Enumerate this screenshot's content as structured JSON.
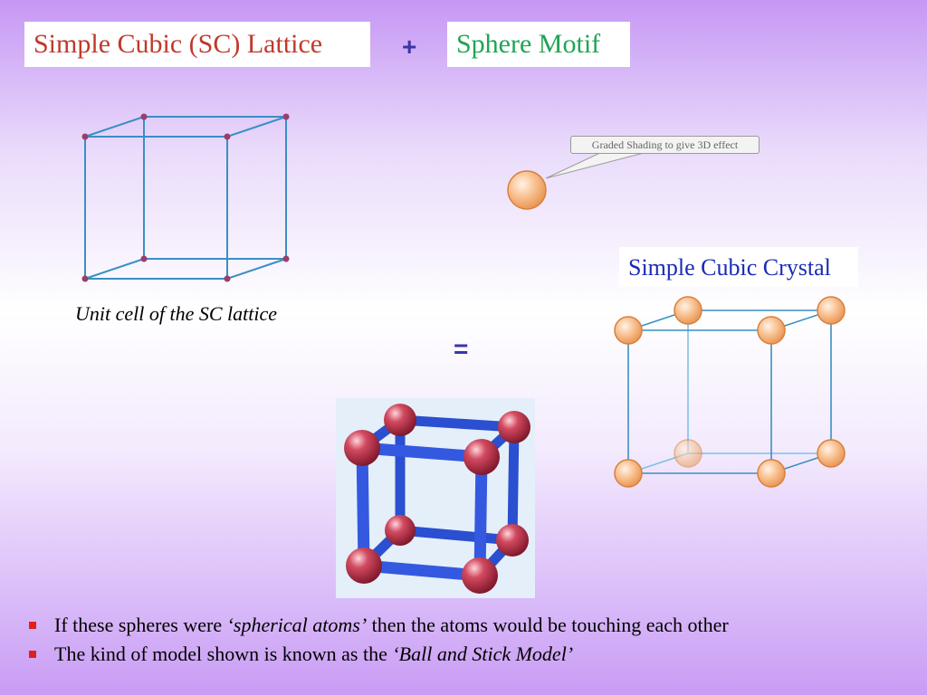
{
  "colors": {
    "lattice_title": "#c0392b",
    "motif_title": "#1fa556",
    "crystal_label": "#1a2bb5",
    "lattice_edge": "#3a8fc4",
    "lattice_point": "#9b3d6b",
    "sphere": "#f6b27c",
    "sphere_edge": "#d9803a",
    "ball": "#c8324a",
    "stick": "#2a4fd0",
    "bullet": "#e0201b"
  },
  "titles": {
    "lattice": "Simple Cubic (SC) Lattice",
    "motif": "Sphere Motif"
  },
  "operators": {
    "plus": "+",
    "equals": "="
  },
  "captions": {
    "unit_cell": "Unit cell of the SC lattice",
    "crystal": "Simple Cubic Crystal"
  },
  "callout": {
    "text": "Graded Shading to give 3D effect"
  },
  "bullets": [
    {
      "before": "If these spheres were ",
      "emphasis": "‘spherical atoms’",
      "after": " then the atoms would be touching each other"
    },
    {
      "before": "The kind of model shown is known as the ",
      "emphasis": "‘Ball and Stick Model’",
      "after": ""
    }
  ]
}
